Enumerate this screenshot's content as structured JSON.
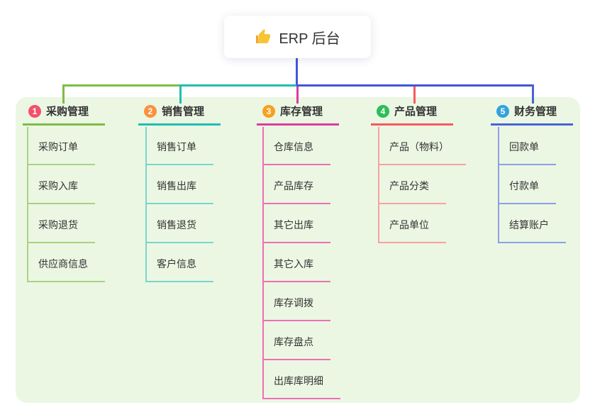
{
  "root": {
    "title": "ERP 后台",
    "icon": "thumbs-up-icon"
  },
  "connector_color": "#4355D6",
  "panel_bg": "#EBF7E3",
  "text_color": "#333333",
  "branches": [
    {
      "badge": "1",
      "label": "采购管理",
      "badge_color": "#F4506C",
      "line_color": "#7FBC45",
      "sub_line_color": "#A8D284",
      "children": [
        "采购订单",
        "采购入库",
        "采购退货",
        "供应商信息"
      ]
    },
    {
      "badge": "2",
      "label": "销售管理",
      "badge_color": "#F99240",
      "line_color": "#20BEB0",
      "sub_line_color": "#79D6CA",
      "children": [
        "销售订单",
        "销售出库",
        "销售退货",
        "客户信息"
      ]
    },
    {
      "badge": "3",
      "label": "库存管理",
      "badge_color": "#F8A01E",
      "line_color": "#DC3C9E",
      "sub_line_color": "#EE6FB4",
      "children": [
        "仓库信息",
        "产品库存",
        "其它出库",
        "其它入库",
        "库存调拨",
        "库存盘点",
        "出库库明细"
      ]
    },
    {
      "badge": "4",
      "label": "产品管理",
      "badge_color": "#2FBD5B",
      "line_color": "#F9585E",
      "sub_line_color": "#FA9FA3",
      "children": [
        "产品（物料）",
        "产品分类",
        "产品单位"
      ]
    },
    {
      "badge": "5",
      "label": "财务管理",
      "badge_color": "#33A3DD",
      "line_color": "#4963D6",
      "sub_line_color": "#8CA0E8",
      "children": [
        "回款单",
        "付款单",
        "结算账户"
      ]
    }
  ]
}
